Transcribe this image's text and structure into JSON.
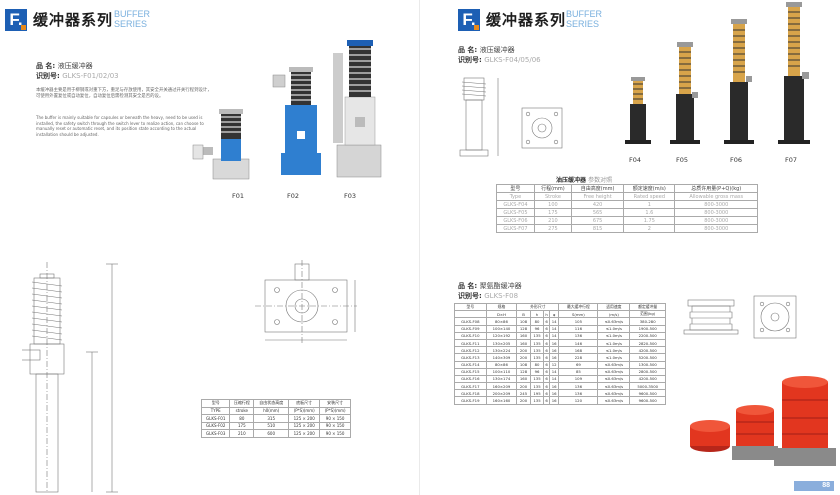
{
  "header": {
    "logo_letter": "F.",
    "title": "缓冲器系列",
    "subtitle_line1": "BUFFER",
    "subtitle_line2": "SERIES"
  },
  "left_page": {
    "product_name_label": "品  名:",
    "product_name_value": "液压缓冲器",
    "id_label": "识别号:",
    "id_value": "GLKS-F01/02/03",
    "desc_cn": "本缓冲器主要是用于柳钢或对重下方，重足与存放使用，其安全开关通过开关行程到设计，可使用外置复位或自动复位，自动复位后需检测其安全是否的设。",
    "desc_en": "The buffer is mainly suitable for capsules or beneath the heavy, need to be used is installed, the safety switch through the switch lever to realize action, can choose to manually reset or automatic reset, and its position state according to the actual installation should be adjusted.",
    "captions": [
      "F01",
      "F02",
      "F03"
    ],
    "table": {
      "headers": [
        [
          "型号",
          "压缩行程",
          "自由状态高度",
          "底板尺寸",
          "安装尺寸"
        ],
        [
          "TYPE",
          "stroke",
          "h0(mm)",
          "(P*S)(mm)",
          "(P*S)(mm)"
        ]
      ],
      "rows": [
        [
          "GLKS-F01",
          "80",
          "315",
          "125 × 200",
          "90 × 150"
        ],
        [
          "GLKS-F02",
          "175",
          "510",
          "125 × 200",
          "90 × 150"
        ],
        [
          "GLKS-F03",
          "210",
          "600",
          "125 × 200",
          "90 × 150"
        ]
      ]
    }
  },
  "right_page": {
    "product_name_label": "品  名:",
    "product_name_value": "液压缓冲器",
    "id_label": "识别号:",
    "id_value": "GLKS-F04/05/06",
    "captions": [
      "F04",
      "F05",
      "F06",
      "F07"
    ],
    "hydraulic_table": {
      "title": "油压缓冲器",
      "title_sub": "参数对照",
      "headers": [
        [
          "型号",
          "行程(mm)",
          "自由高度(mm)",
          "额定速度(m/s)",
          "总质许用量(P+Q)(kg)"
        ],
        [
          "Type",
          "Stroke",
          "Free height",
          "Rated speed",
          "Allowable gross mass"
        ]
      ],
      "rows": [
        [
          "GLKS-F04",
          "100",
          "420",
          "1",
          "800-3000"
        ],
        [
          "GLKS-F05",
          "175",
          "565",
          "1.6",
          "800-3000"
        ],
        [
          "GLKS-F06",
          "210",
          "675",
          "1.75",
          "800-3000"
        ],
        [
          "GLKS-F07",
          "275",
          "815",
          "2",
          "800-3000"
        ]
      ]
    },
    "pu_section": {
      "product_name_label": "品  名:",
      "product_name_value": "聚氨酯缓冲器",
      "id_label": "识别号:",
      "id_value": "GLKS-F08",
      "headers": [
        [
          "型号",
          "规格",
          "外形尺寸",
          "",
          "",
          "",
          "最大缓冲行程",
          "适用速度",
          "额定缓冲量"
        ],
        [
          "",
          "D×H",
          "B",
          "h",
          "h",
          "φ",
          "S(mm)",
          "(m/s)",
          "范围(kg)"
        ]
      ],
      "rows": [
        [
          "GLKS-F08",
          "80×86",
          "108",
          "80",
          "6",
          "14",
          "105",
          "≤0.63m/s",
          "380-280"
        ],
        [
          "GLKS-F09",
          "100×140",
          "128",
          "96",
          "6",
          "14",
          "116",
          "≤1.0m/s",
          "1900-500"
        ],
        [
          "GLKS-F10",
          "120×192",
          "160",
          "135",
          "6",
          "14",
          "136",
          "≤1.0m/s",
          "2200-500"
        ],
        [
          "GLKS-F11",
          "130×205",
          "160",
          "135",
          "6",
          "16",
          "146",
          "≤1.0m/s",
          "2820-500"
        ],
        [
          "GLKS-F12",
          "130×224",
          "200",
          "135",
          "6",
          "16",
          "168",
          "≤1.0m/s",
          "4200-500"
        ],
        [
          "GLKS-F13",
          "140×309",
          "200",
          "135",
          "6",
          "16",
          "228",
          "≤1.0m/s",
          "5200-500"
        ],
        [
          "GLKS-F14",
          "80×86",
          "108",
          "80",
          "6",
          "12",
          "69",
          "≤0.63m/s",
          "1300-500"
        ],
        [
          "GLKS-F15",
          "100×110",
          "128",
          "96",
          "6",
          "14",
          "85",
          "≤0.63m/s",
          "2800-500"
        ],
        [
          "GLKS-F16",
          "130×174",
          "160",
          "135",
          "6",
          "14",
          "109",
          "≤0.63m/s",
          "4200-500"
        ],
        [
          "GLKS-F17",
          "160×209",
          "200",
          "135",
          "6",
          "16",
          "136",
          "≤0.63m/s",
          "5000-3500"
        ],
        [
          "GLKS-F18",
          "200×209",
          "245",
          "195",
          "6",
          "16",
          "136",
          "≤0.63m/s",
          "9600-500"
        ],
        [
          "GLKS-F19",
          "160×160",
          "200",
          "135",
          "6",
          "16",
          "120",
          "≤0.63m/s",
          "9600-500"
        ]
      ]
    },
    "page_number": "88"
  },
  "colors": {
    "accent_blue": "#1d5fb4",
    "accent_orange": "#e88a1b",
    "buffer_red": "#e2361f",
    "pump_blue": "#2f7fd0"
  }
}
